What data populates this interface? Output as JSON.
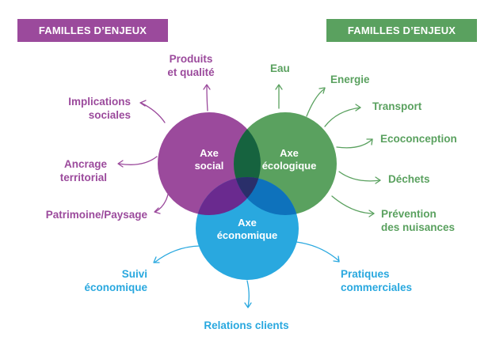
{
  "colors": {
    "social": "#9b4a9c",
    "ecological": "#5aa15f",
    "economic": "#29a8df"
  },
  "badges": {
    "left": "FAMILLES D’ENJEUX",
    "right": "FAMILLES D’ENJEUX"
  },
  "circles": {
    "social": [
      "Axe",
      "social"
    ],
    "ecological": [
      "Axe",
      "écologique"
    ],
    "economic": [
      "Axe",
      "économique"
    ]
  },
  "social_issues": {
    "produits": [
      "Produits",
      "et qualité"
    ],
    "implications": [
      "Implications",
      "sociales"
    ],
    "ancrage": [
      "Ancrage",
      "territorial"
    ],
    "patrimoine": "Patrimoine/Paysage"
  },
  "ecological_issues": {
    "eau": "Eau",
    "energie": "Energie",
    "transport": "Transport",
    "ecoconception": "Ecoconception",
    "dechets": "Déchets",
    "prevention": [
      "Prévention",
      "des nuisances"
    ]
  },
  "economic_issues": {
    "suivi": [
      "Suivi",
      "économique"
    ],
    "pratiques": [
      "Pratiques",
      "commerciales"
    ],
    "relations": "Relations clients"
  }
}
